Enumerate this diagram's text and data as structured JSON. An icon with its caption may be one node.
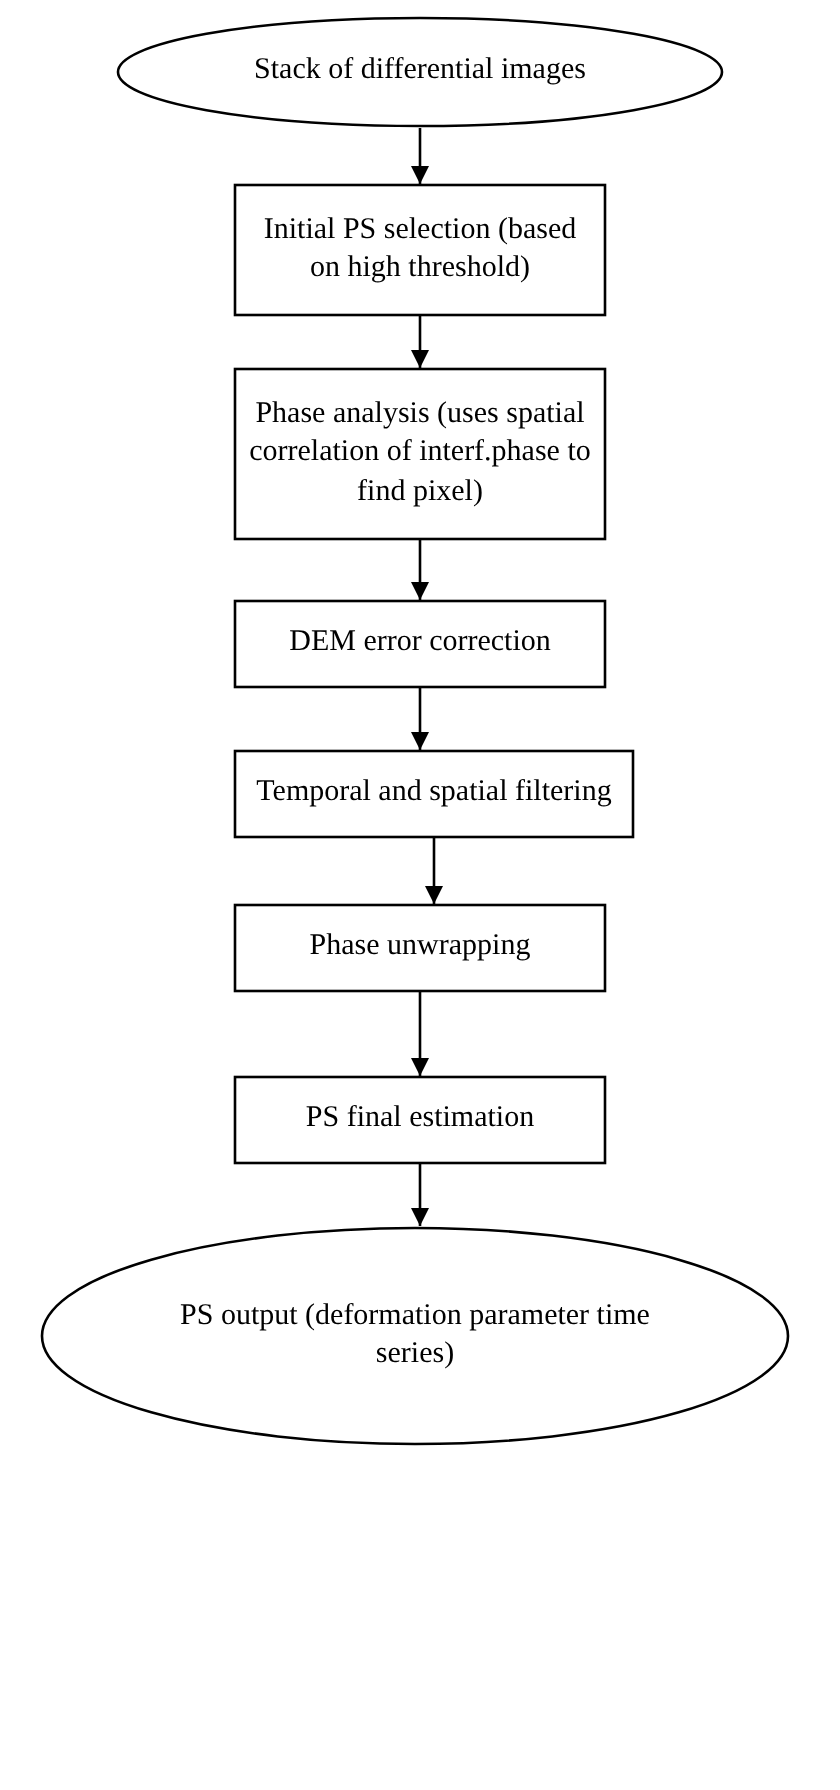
{
  "diagram": {
    "nodes": [
      {
        "text": [
          "Stack of differential images"
        ]
      },
      {
        "text": [
          "Initial PS selection (based on high threshold)"
        ]
      },
      {
        "text": [
          "Phase analysis (uses spatial correlation of interf.phase to find pixel)"
        ]
      },
      {
        "text": [
          "DEM error correction"
        ]
      },
      {
        "text": [
          "Temporal and spatial filtering"
        ]
      },
      {
        "text": [
          "Phase unwrapping"
        ]
      },
      {
        "text": [
          "PS final estimation"
        ]
      },
      {
        "text": [
          "PS output (deformation parameter time series)"
        ]
      }
    ],
    "edges": [
      {
        "from": 0,
        "to": 1,
        "arrow": "to"
      },
      {
        "from": 1,
        "to": 2,
        "arrow": "to"
      },
      {
        "from": 2,
        "to": 3,
        "arrow": "to"
      },
      {
        "from": 3,
        "to": 4,
        "arrow": "to"
      },
      {
        "from": 4,
        "to": 5,
        "arrow": "to"
      },
      {
        "from": 5,
        "to": 6,
        "arrow": "to"
      },
      {
        "from": 6,
        "to": 7,
        "arrow": "to"
      }
    ]
  }
}
